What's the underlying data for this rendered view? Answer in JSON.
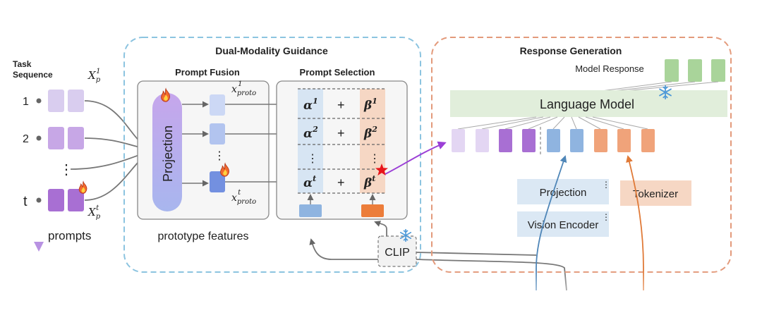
{
  "task_sequence": {
    "title_line1": "Task",
    "title_line2": "Sequence",
    "steps": [
      "1",
      "2",
      "⋮",
      "t"
    ],
    "axis_label": "prompts",
    "xp_first": "X",
    "xp_first_sub": "p",
    "xp_first_sup": "1",
    "xp_last": "X",
    "xp_last_sub": "p",
    "xp_last_sup": "t"
  },
  "dual_modality": {
    "title": "Dual-Modality Guidance",
    "prompt_fusion": {
      "title": "Prompt Fusion",
      "projection_label": "Projection",
      "proto_first": "x",
      "proto_first_sub": "proto",
      "proto_first_sup": "1",
      "proto_last": "x",
      "proto_last_sub": "proto",
      "proto_last_sup": "t",
      "vdots": "⋮",
      "caption": "prototype features"
    },
    "prompt_selection": {
      "title": "Prompt Selection",
      "rows": [
        {
          "alpha": "α",
          "alpha_sup": "1",
          "plus": "+",
          "beta": "β",
          "beta_sup": "1"
        },
        {
          "alpha": "α",
          "alpha_sup": "2",
          "plus": "+",
          "beta": "β",
          "beta_sup": "2"
        },
        {
          "alpha": "⋮",
          "alpha_sup": "",
          "plus": "",
          "beta": "⋮",
          "beta_sup": ""
        },
        {
          "alpha": "α",
          "alpha_sup": "t",
          "plus": "+",
          "beta": "β",
          "beta_sup": "t"
        }
      ]
    },
    "clip_label": "CLIP"
  },
  "response_generation": {
    "title": "Response Generation",
    "model_response_label": "Model Response",
    "language_model_label": "Language Model",
    "projection_label": "Projection",
    "vision_encoder_label": "Vision Encoder",
    "tokenizer_label": "Tokenizer"
  },
  "colors": {
    "blue_dashed": "#8cc4e0",
    "orange_dashed": "#e39a7b",
    "lavender": "#d9cdef",
    "purple": "#b289d8",
    "blue_token": "#8fb4e0",
    "orange_token": "#f0a37a",
    "green_token": "#a9d49a",
    "lm_green": "#e1eedb",
    "star": "#e8141a",
    "arrow_purple": "#9b3fd6"
  },
  "icons": {
    "fire": "fire-icon",
    "snowflake": "snowflake-icon",
    "star": "star-icon"
  }
}
